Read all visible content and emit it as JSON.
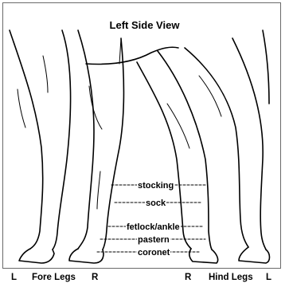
{
  "title": "Left Side View",
  "markings": {
    "stocking": "stocking",
    "sock": "sock",
    "fetlock": "fetlock/ankle",
    "pastern": "pastern",
    "coronet": "coronet"
  },
  "bottom_labels": {
    "fore_left": "L",
    "fore_legs": "Fore Legs",
    "fore_right": "R",
    "hind_right": "R",
    "hind_legs": "Hind Legs",
    "hind_left": "L"
  },
  "colors": {
    "line": "#000000",
    "frame": "#6a6a6a",
    "background": "#ffffff"
  }
}
